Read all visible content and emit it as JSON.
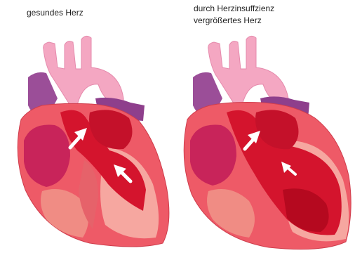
{
  "left_panel": {
    "caption": "gesundes Herz"
  },
  "right_panel": {
    "caption_line1": "durch Herzinsuffzienz",
    "caption_line2": "vergrößertes Herz"
  },
  "colors": {
    "background": "#ffffff",
    "aorta": "#f4a7c2",
    "vein": "#9b4e98",
    "heart_outer": "#ee5a67",
    "heart_light": "#f6a7a0",
    "chamber": "#d4142d",
    "chamber_dark": "#b5091f",
    "arrow": "#ffffff"
  },
  "icons": {
    "blood_flow": "arrow-icon",
    "heart_illustration": "heart-illustration"
  }
}
